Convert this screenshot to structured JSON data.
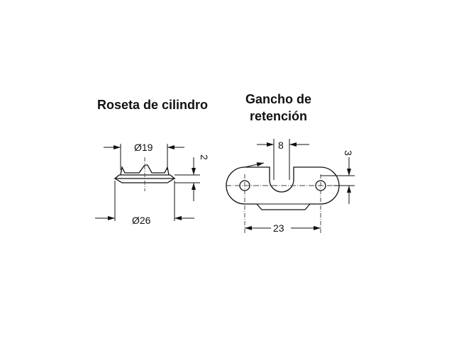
{
  "left_part": {
    "title": "Roseta de cilindro",
    "dim_top": "Ø19",
    "dim_bottom": "Ø26",
    "dim_height": "2"
  },
  "right_part": {
    "title_line1": "Gancho de",
    "title_line2": "retención",
    "dim_slot": "8",
    "dim_height": "3",
    "dim_spacing": "23"
  },
  "colors": {
    "line": "#111111",
    "centerline": "#444444",
    "background": "#ffffff"
  }
}
